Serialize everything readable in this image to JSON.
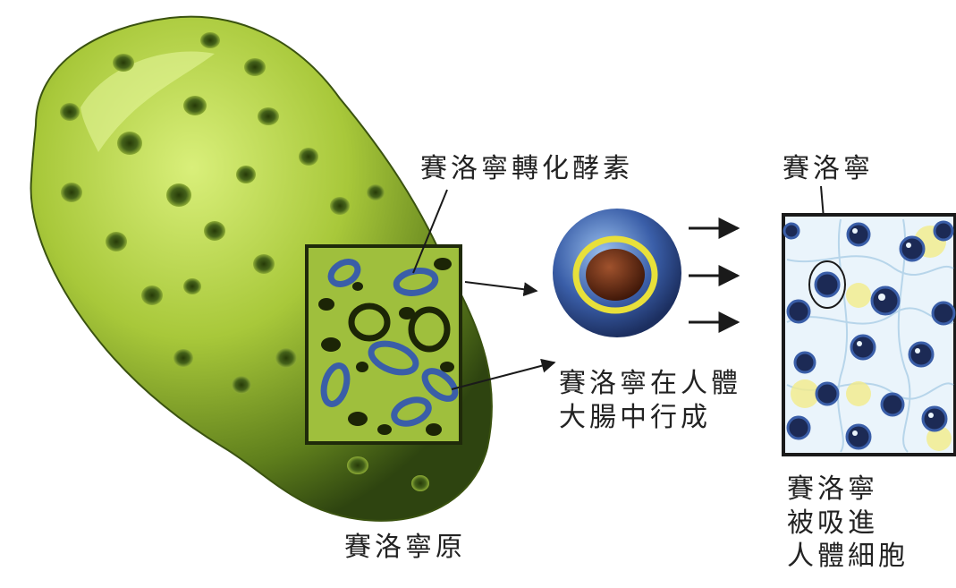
{
  "labels": {
    "enzyme": "賽洛寧轉化酵素",
    "xeronine": "賽洛寧",
    "formed_line1": "賽洛寧在人體",
    "formed_line2": "大腸中行成",
    "precursor": "賽洛寧原",
    "absorbed_line1": "賽洛寧",
    "absorbed_line2": "被吸進",
    "absorbed_line3": "人體細胞"
  },
  "colors": {
    "fruit": "#a8c83a",
    "fruit_dark": "#3f5a12",
    "inset_bg": "#9fbf3d",
    "ring_blue": "#3a5ea8",
    "ring_yellow": "#e8e03a",
    "core_brown": "#6b2a10",
    "cell_bg": "#eaf4fb"
  }
}
